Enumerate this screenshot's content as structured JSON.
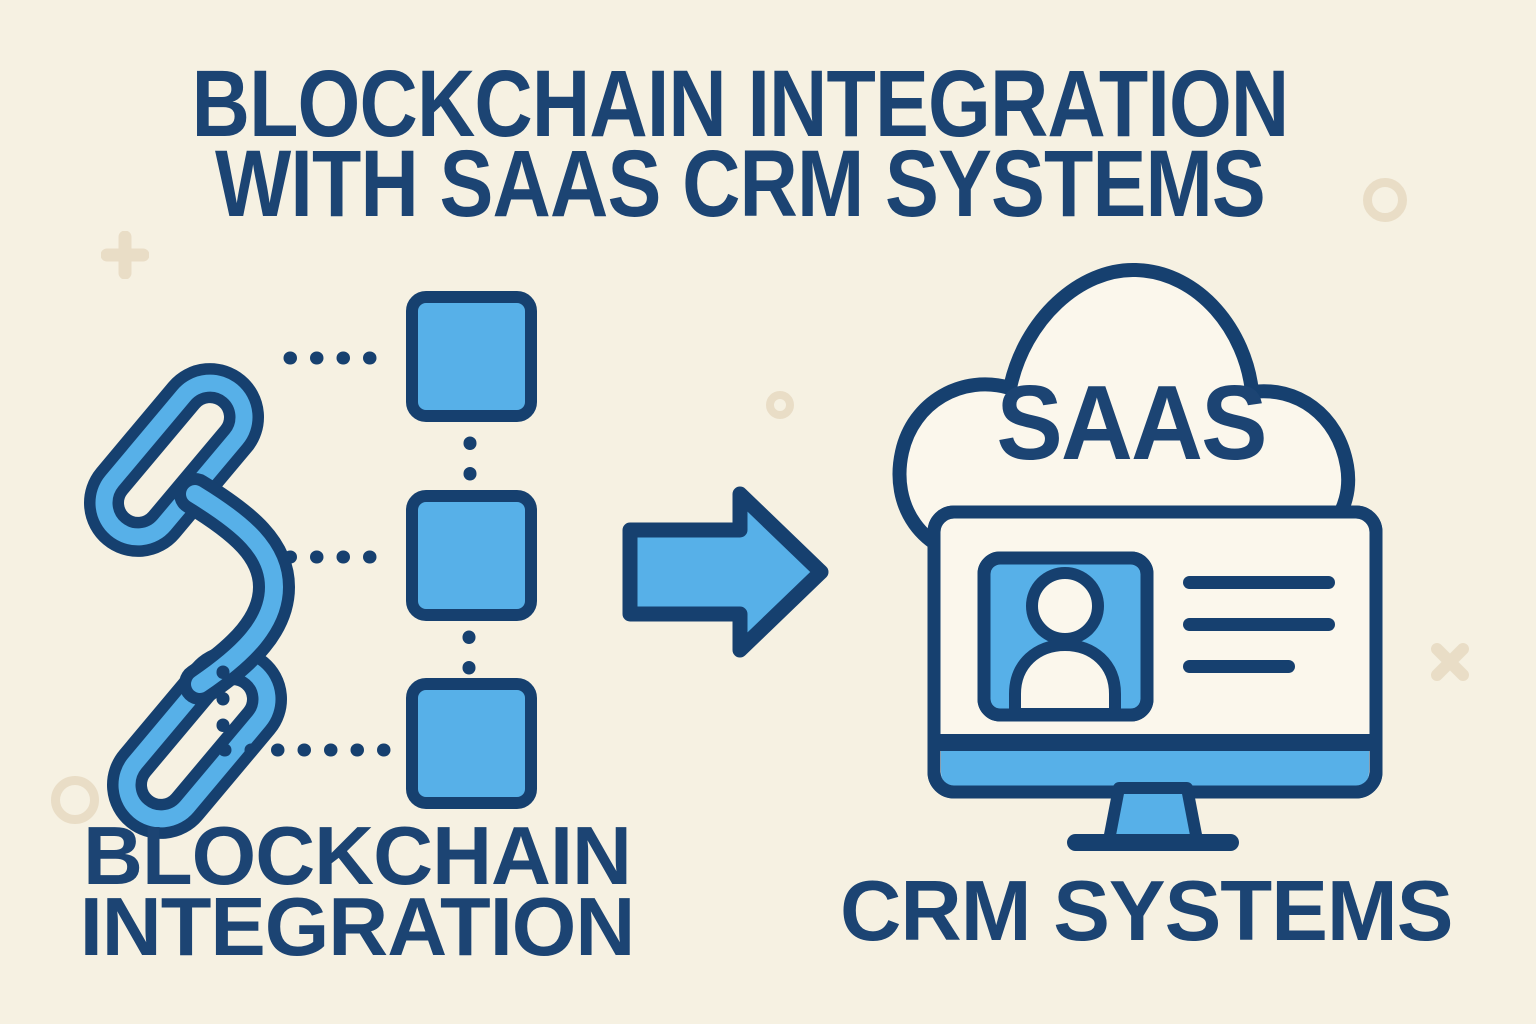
{
  "title": {
    "line1": "BLOCKCHAIN INTEGRATION",
    "line2": "WITH SAAS CRM SYSTEMS"
  },
  "blockchain_section": {
    "label_line1": "BLOCKCHAIN",
    "label_line2": "INTEGRATION",
    "blocks_count": 3
  },
  "crm_section": {
    "cloud_label": "SAAS",
    "label": "CRM SYSTEMS"
  },
  "icons": {
    "chain": "chain-link-icon",
    "blocks": "blockchain-blocks-icon",
    "connectors": "dotted-connector-lines",
    "arrow": "arrow-right-icon",
    "cloud": "cloud-icon",
    "monitor": "crm-monitor-icon",
    "contact_card": "contact-card-icon",
    "person": "person-icon",
    "text_lines": "record-text-lines",
    "decorations": [
      "plus",
      "ring",
      "donut",
      "cross",
      "ring"
    ]
  },
  "colors": {
    "background": "#f6f1e2",
    "navy_text": "#1c4473",
    "navy_outline": "#16406f",
    "blue_fill": "#57b0e8",
    "light_fill": "#fbf7ec",
    "beige_decor": "#e9ddc6"
  }
}
